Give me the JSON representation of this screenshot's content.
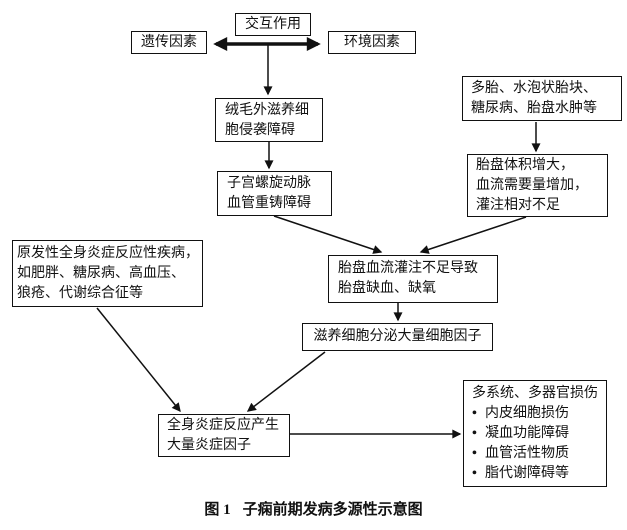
{
  "figure": {
    "caption_label": "图 1",
    "caption_text": "子痫前期发病多源性示意图"
  },
  "nodes": {
    "interaction": {
      "line1": "交互作用"
    },
    "genetic": {
      "line1": "遗传因素"
    },
    "environment": {
      "line1": "环境因素"
    },
    "trophoblast_invasion": {
      "line1": "绒毛外滋养细",
      "line2": "胞侵袭障碍"
    },
    "spiral_artery": {
      "line1": "子宫螺旋动脉",
      "line2": "血管重铸障碍"
    },
    "risk_factors": {
      "line1": "多胎、水泡状胎块、",
      "line2": "糖尿病、胎盘水肿等"
    },
    "placenta_volume": {
      "line1": "胎盘体积增大，",
      "line2": "血流需要量增加，",
      "line3": "灌注相对不足"
    },
    "primary_disease": {
      "line1": "原发性全身炎症反应性疾病，",
      "line2": "如肥胖、糖尿病、高血压、",
      "line3": "狼疮、代谢综合征等"
    },
    "perfusion": {
      "line1": "胎盘血流灌注不足导致",
      "line2": "胎盘缺血、缺氧"
    },
    "cytokines": {
      "line1": "滋养细胞分泌大量细胞因子"
    },
    "inflammation": {
      "line1": "全身炎症反应产生",
      "line2": "大量炎症因子"
    },
    "damage": {
      "title": "多系统、多器官损伤",
      "bullet1": "内皮细胞损伤",
      "bullet2": "凝血功能障碍",
      "bullet3": "血管活性物质",
      "bullet4": "脂代谢障碍等"
    }
  },
  "colors": {
    "background": "#ffffff",
    "line": "#111111",
    "text": "#111111"
  }
}
